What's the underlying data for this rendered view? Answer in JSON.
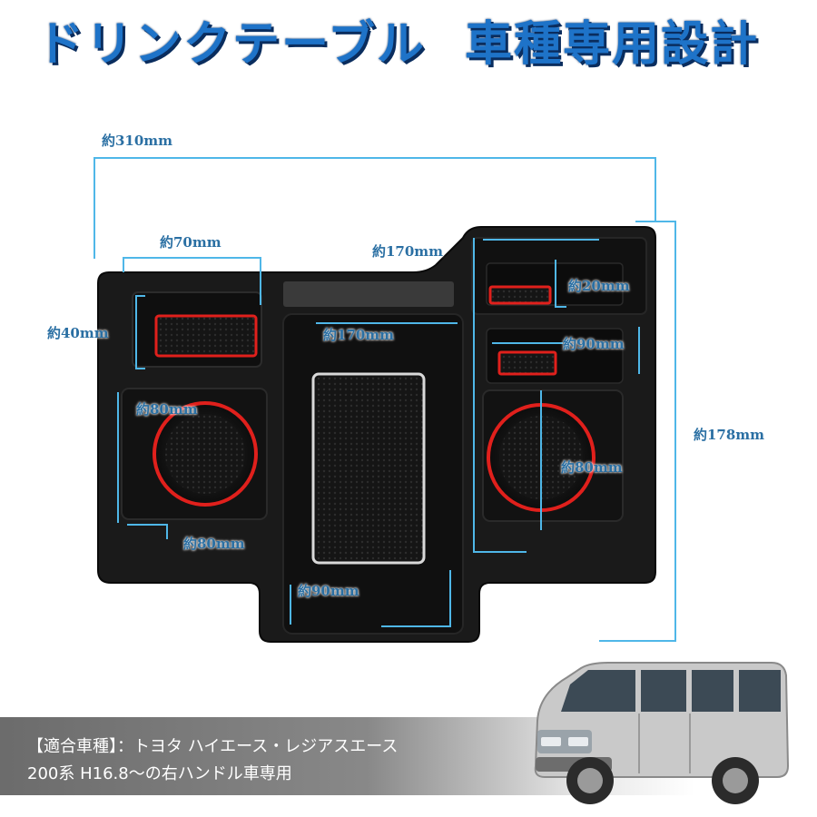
{
  "title": {
    "part1": "ドリンクテーブル",
    "part2": "車種専用設計"
  },
  "dimensions": {
    "total_width": "約310mm",
    "total_height": "約178mm",
    "left_slot_width": "約70mm",
    "left_slot_height": "約40mm",
    "left_cup_height": "約80mm",
    "left_cup_width": "約80mm",
    "center_width": "約170mm",
    "center_bottom_width": "約90mm",
    "right_top_width": "約170mm",
    "right_small_slot": "約20mm",
    "right_mid_slot": "約90mm",
    "right_cup": "約80mm"
  },
  "compatibility": {
    "line1": "【適合車種】：トヨタ ハイエース・レジアスエース",
    "line2": "200系 H16.8～の右ハンドル車専用"
  },
  "colors": {
    "title_blue": "#1e73c8",
    "dimension_line": "#4fb7e8",
    "accent_red": "#e0201c",
    "tray_black": "#1a1a1a"
  }
}
